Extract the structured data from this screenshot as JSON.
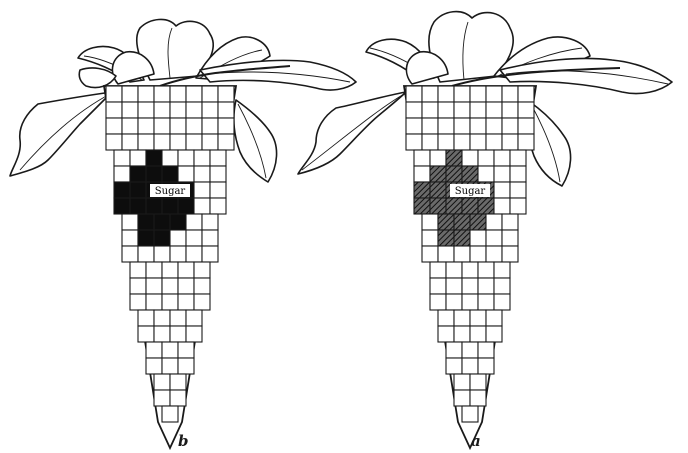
{
  "figure": {
    "beets": [
      {
        "letter": "b",
        "sugar_label": "Sugar",
        "sugar_color": "#0d0d0d",
        "sugar_style": "solid black"
      },
      {
        "letter": "a",
        "sugar_label": "Sugar",
        "sugar_color": "#3a3a3a",
        "sugar_style": "cross-hatched dark gray"
      }
    ],
    "colors": {
      "ink": "#1a1a1a",
      "paper": "#ffffff"
    }
  }
}
